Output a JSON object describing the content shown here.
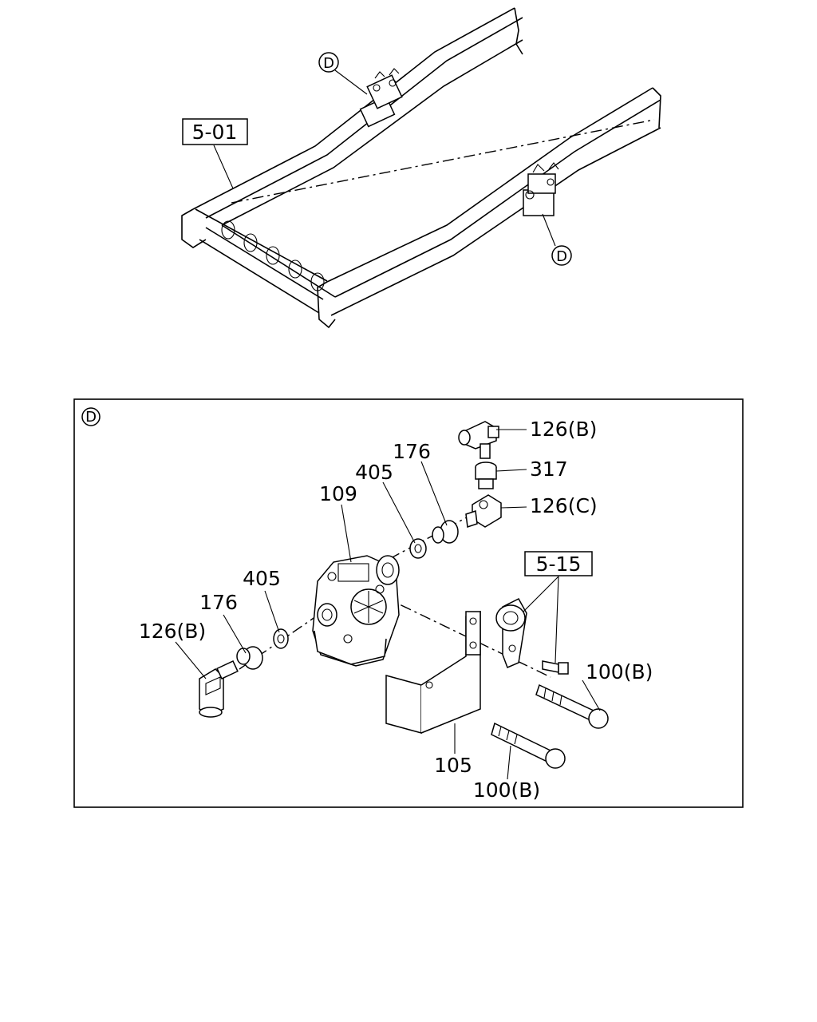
{
  "overview": {
    "frame_ref": "5-01",
    "callouts": [
      "D",
      "D"
    ]
  },
  "detail": {
    "view_id": "D",
    "part_labels": {
      "p126b_top": "126(B)",
      "p317": "317",
      "p126c": "126(C)",
      "p176_top": "176",
      "p405_top": "405",
      "p109": "109",
      "ref_515": "5-15",
      "p405_left": "405",
      "p176_left": "176",
      "p126b_left": "126(B)",
      "p100b_right": "100(B)",
      "p105": "105",
      "p100b_bottom": "100(B)"
    }
  }
}
